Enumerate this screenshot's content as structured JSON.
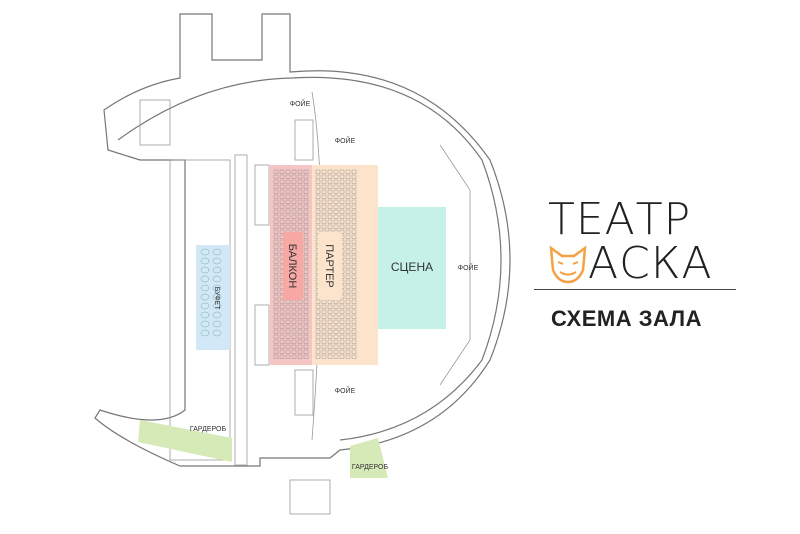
{
  "plan": {
    "foyer_labels": [
      "ФОЙЕ",
      "ФОЙЕ",
      "ФОЙЕ",
      "ФОЙЕ"
    ],
    "buffet": "БУФЕТ",
    "balcony": "БАЛКОН",
    "parterre": "ПАРТЕР",
    "stage": "СЦЕНА",
    "cloakroom_labels": [
      "ГАРДЕРОБ",
      "ГАРДЕРОБ"
    ]
  },
  "colors": {
    "balcony": "#f4c5c2",
    "parterre": "#fbe3cc",
    "stage": "#c6f1e9",
    "buffet": "#d3e8f7",
    "cloakroom": "#d6eab8",
    "mask": "#f5a143"
  },
  "logo": {
    "line1": "ТЕАТР",
    "line2_rest": "АСКА",
    "full_text": "ТЕАТР МАСКА"
  },
  "subtitle": "СХЕМА ЗАЛА"
}
